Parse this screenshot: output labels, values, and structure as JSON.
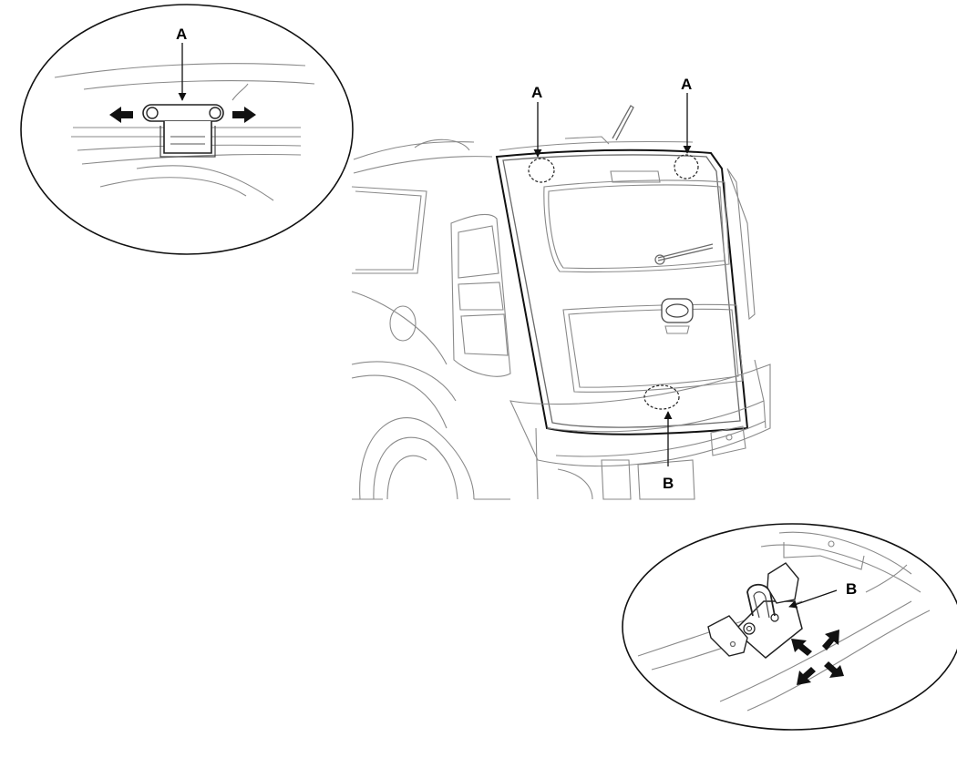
{
  "callouts": {
    "detail_top_label": "A",
    "car_left_label": "A",
    "car_right_label": "A",
    "car_bottom_label": "B",
    "detail_bottom_label": "B"
  }
}
